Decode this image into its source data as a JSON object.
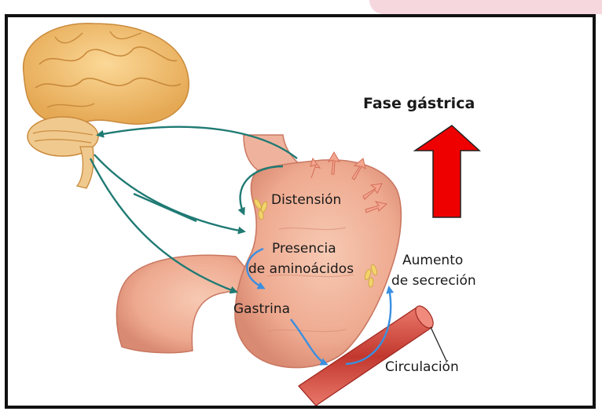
{
  "title": "Fase gástrica",
  "labels": {
    "distension": "Distensión",
    "presencia_line1": "Presencia",
    "presencia_line2": "de aminoácidos",
    "gastrina": "Gastrina",
    "aumento_line1": "Aumento",
    "aumento_line2": "de secreción",
    "circulacion": "Circulación"
  },
  "colors": {
    "frame": "#111111",
    "tab": "#f6d7dd",
    "nerve_arrows": "#1f7a73",
    "blood_arrows": "#3a8fe0",
    "big_arrow": "#ee0000",
    "stomach": "#f1b49a",
    "brain": "#f3c27a",
    "vessel": "#d9574a",
    "text": "#1a1a1a"
  },
  "icons": {
    "brain": "brain-illustration",
    "stomach": "stomach-illustration",
    "vessel": "blood-vessel-illustration",
    "big_arrow": "up-arrow-icon",
    "distension_arrows": "small-outward-arrow-icon",
    "secretion_glands": "gastric-gland-icon"
  }
}
